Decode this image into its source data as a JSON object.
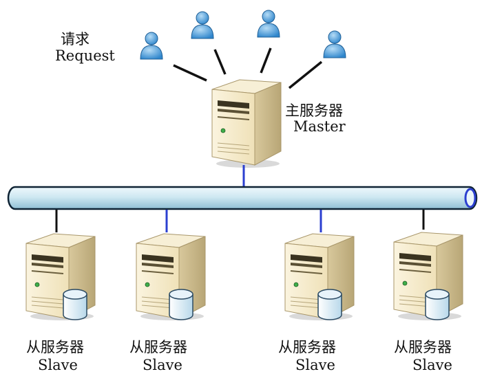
{
  "request": {
    "zh": "请求",
    "en": "Request"
  },
  "master": {
    "zh": "主服务器",
    "en": "Master"
  },
  "slaves": [
    {
      "zh": "从服务器",
      "en": "Slave"
    },
    {
      "zh": "从服务器",
      "en": "Slave"
    },
    {
      "zh": "从服务器",
      "en": "Slave"
    },
    {
      "zh": "从服务器",
      "en": "Slave"
    }
  ],
  "colors": {
    "bus_fill": "#cfe8f2",
    "bus_stroke": "#0e2233",
    "link_blue": "#2b3fd0",
    "link_black": "#111111",
    "user_blue": "#4ea3e0",
    "server_beige": "#f2e6c4",
    "server_shadow": "#c8b98c"
  },
  "icons": [
    "user-icon",
    "server-icon",
    "database-icon"
  ]
}
